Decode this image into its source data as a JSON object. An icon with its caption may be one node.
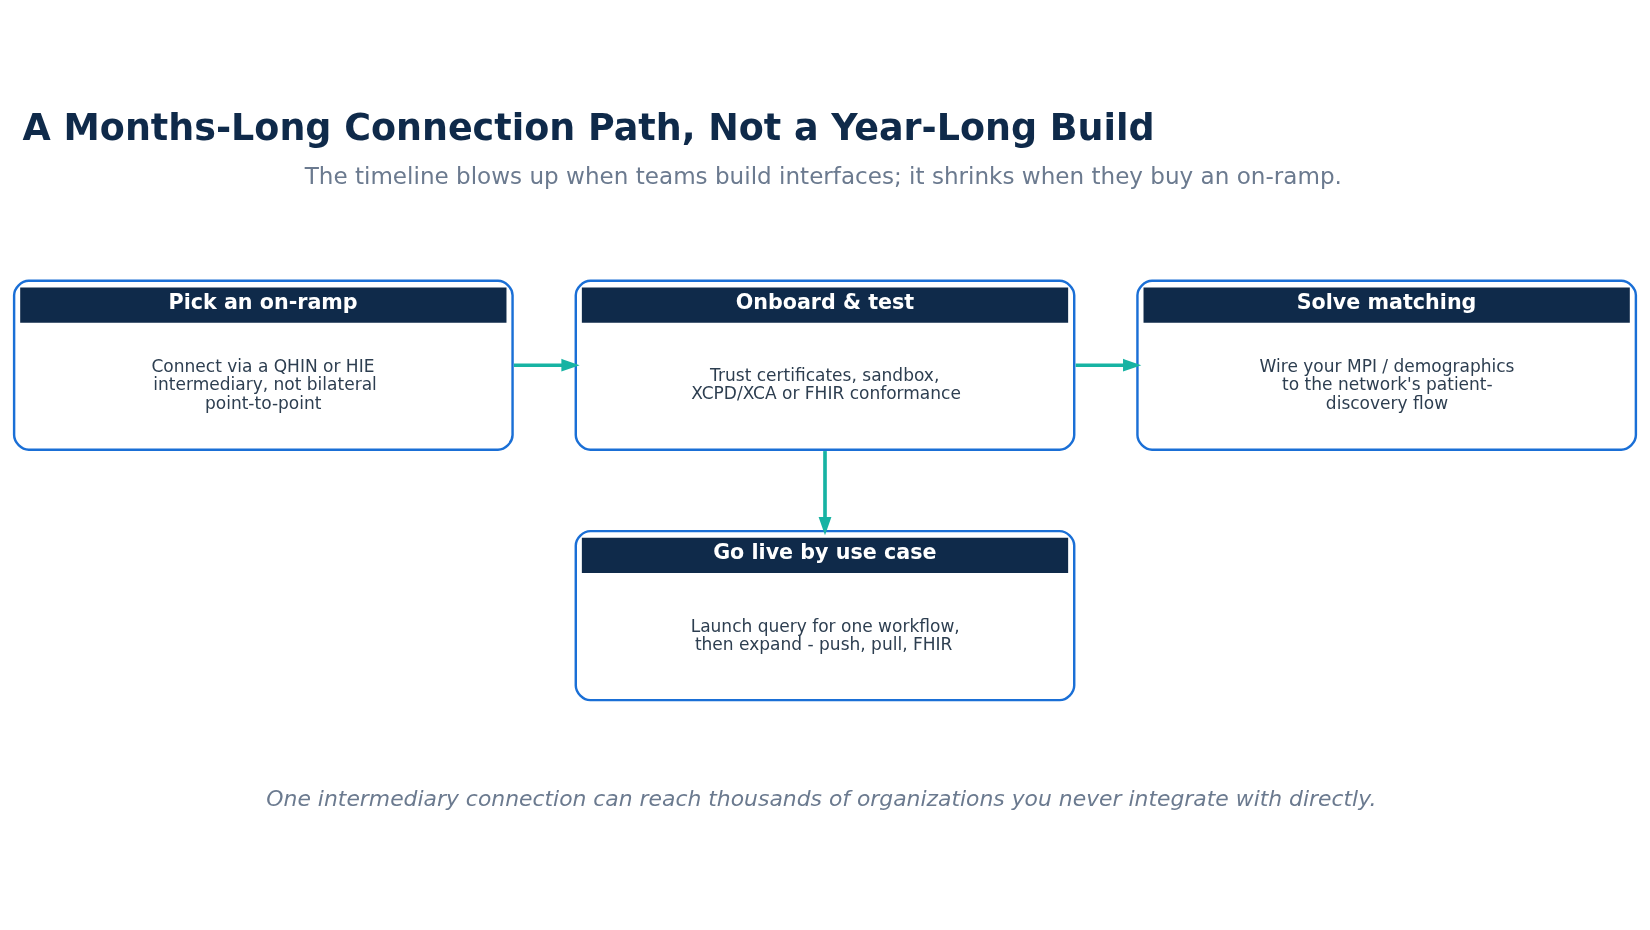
{
  "diagram": {
    "title": "A Months-Long Connection Path, Not a Year-Long Build",
    "caption": "One intermediary connection can reach thousands of organizations you never integrate with directly.",
    "nodes": [
      {
        "text": [
          "Pick an on-ramp",
          "Connect via a QHIN or HIE intermediary, not bilateral point-to-point"
        ]
      },
      {
        "text": [
          "Onboard & test",
          "Trust certificates, sandbox, XCPD/XCA or FHIR conformance"
        ]
      },
      {
        "text": [
          "Solve matching",
          "Wire your MPI / demographics to the network's patient-discovery flow"
        ]
      },
      {
        "text": [
          "Go live by use case",
          "Launch query for one workflow, then expand - push, pull, FHIR"
        ]
      }
    ],
    "edges": [
      {
        "from": 0,
        "to": 1,
        "arrow": "to"
      },
      {
        "from": 1,
        "to": 2,
        "arrow": "to"
      },
      {
        "from": 1,
        "to": 3,
        "arrow": "to"
      }
    ],
    "labels": [
      "The timeline blows up when teams build interfaces; it shrinks when they buy an on-ramp."
    ]
  }
}
